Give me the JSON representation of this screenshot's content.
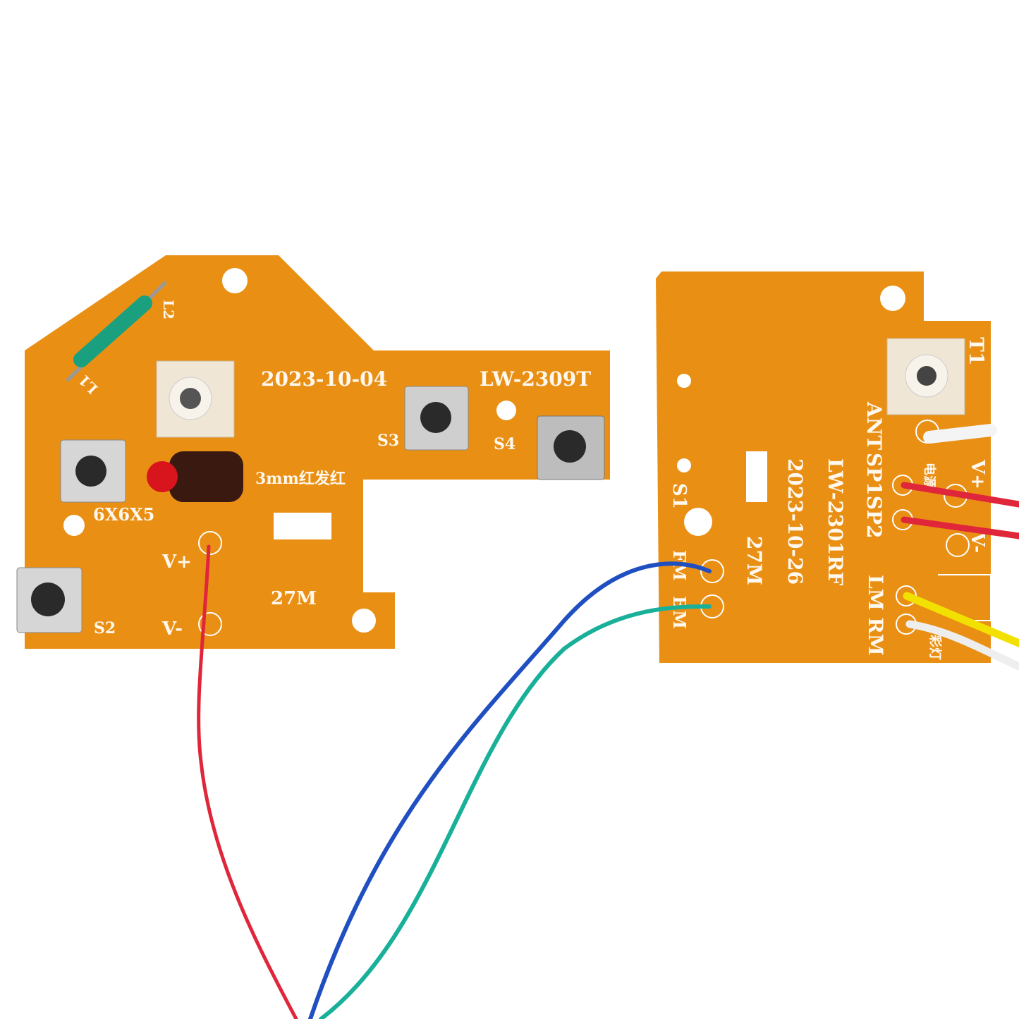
{
  "transmitter_board": {
    "date": "2023-10-04",
    "model": "LW-2309T",
    "led_label": "3mm红发红",
    "switch_size": "6X6X5",
    "freq": "27M",
    "v_plus": "V+",
    "v_minus": "V-",
    "s2": "S2",
    "s3": "S3",
    "s4": "S4",
    "l1": "L1",
    "l2": "L2"
  },
  "receiver_board": {
    "t1": "T1",
    "ant": "ANT",
    "sp1sp2": "SP1SP2",
    "model": "LW-2301RF",
    "date": "2023-10-26",
    "freq": "27M",
    "s1": "S1",
    "fm": "FM",
    "bm": "BM",
    "lm_rm": "LM RM",
    "v_plus": "V+",
    "v_minus": "V-",
    "power_cn": "电源",
    "light_cn": "彩灯"
  },
  "colors": {
    "board": "#e98f14",
    "wire_red": "#e0263a",
    "wire_blue": "#1f4fc0",
    "wire_green": "#19b09a",
    "wire_yellow": "#f2e000",
    "wire_white": "#f4f4f4"
  }
}
